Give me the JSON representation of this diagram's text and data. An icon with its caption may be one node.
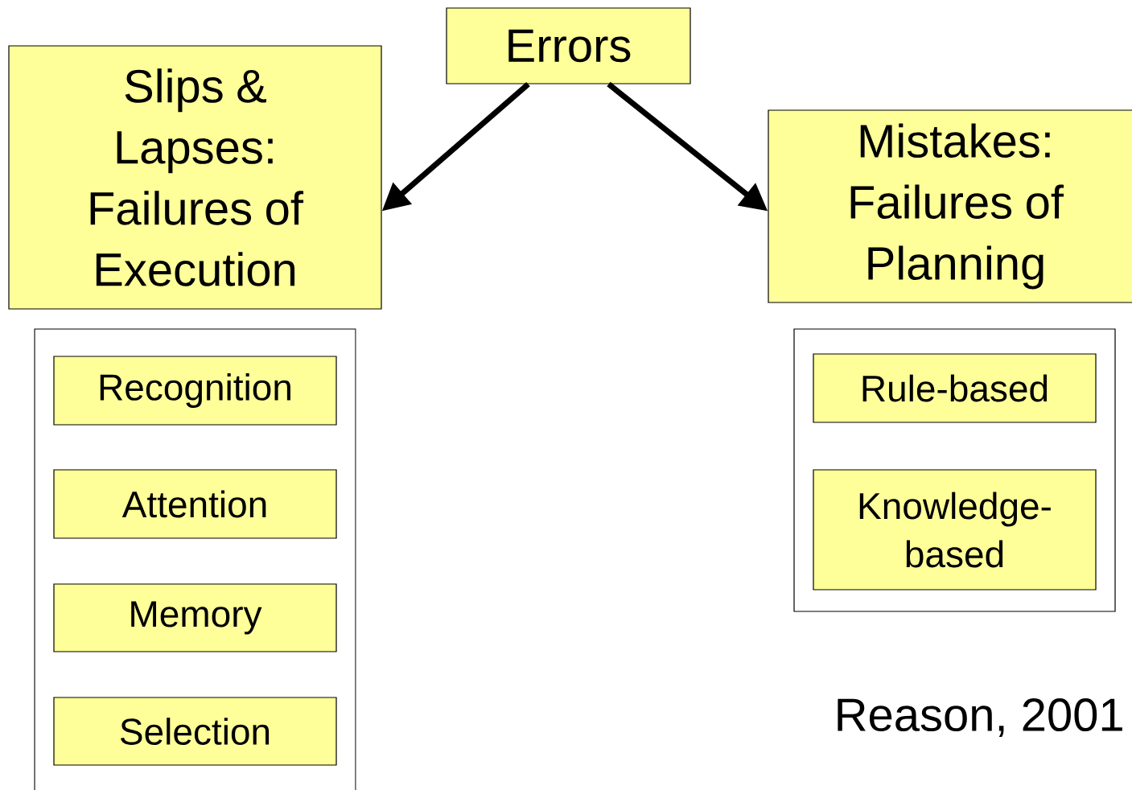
{
  "diagram": {
    "nodes": [
      {
        "text": [
          "Errors"
        ]
      },
      {
        "text": [
          "Slips & Lapses: Failures of Execution"
        ]
      },
      {
        "text": [
          "Mistakes: Failures of Planning"
        ]
      },
      {
        "text": [],
        "shape": "box"
      },
      {
        "text": [
          "Recognition"
        ],
        "in": 3
      },
      {
        "text": [
          "Attention"
        ],
        "in": 3
      },
      {
        "text": [
          "Memory"
        ],
        "in": 3
      },
      {
        "text": [
          "Selection"
        ],
        "in": 3
      },
      {
        "text": [],
        "shape": "box"
      },
      {
        "text": [
          "Rule-based"
        ],
        "in": 8
      },
      {
        "text": [
          "Knowledge-based"
        ],
        "in": 8
      }
    ],
    "edges": [
      {
        "from": 0,
        "to": 1,
        "arrow": "to"
      },
      {
        "from": 0,
        "to": 2,
        "arrow": "to"
      }
    ],
    "labels": [
      "Reason, 2001"
    ]
  }
}
